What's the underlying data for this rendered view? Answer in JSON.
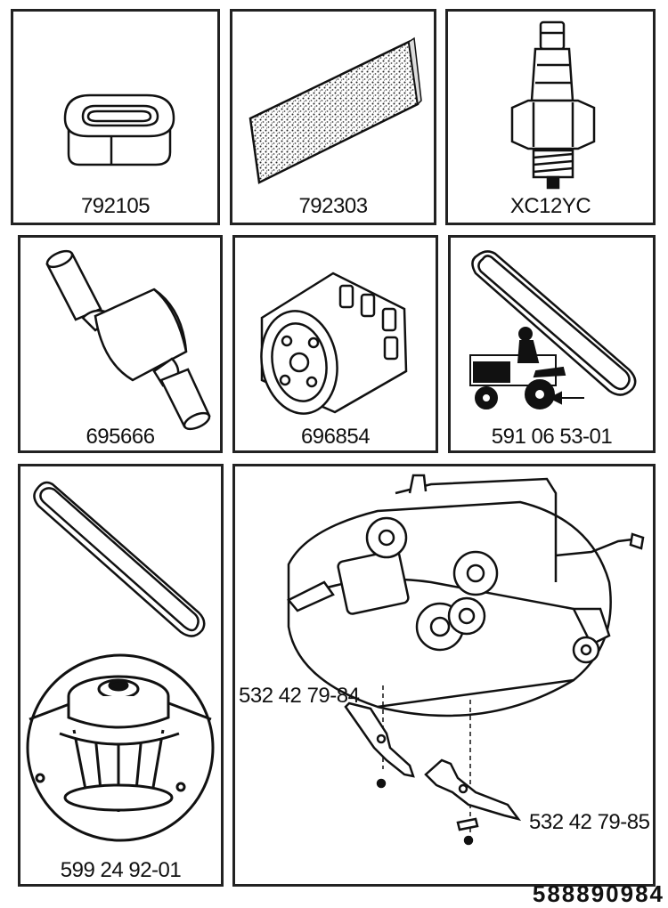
{
  "parts": {
    "air_filter": {
      "number": "792105"
    },
    "pre_filter": {
      "number": "792303"
    },
    "spark_plug": {
      "number": "XC12YC"
    },
    "fuel_filter": {
      "number": "695666"
    },
    "oil_filter": {
      "number": "696854"
    },
    "drive_belt": {
      "number": "591 06 53-01"
    },
    "deck_belt_pulley": {
      "number": "599 24 92-01"
    },
    "mower_deck": {
      "blade_left": "532 42 79-84",
      "blade_right": "532 42 79-85"
    }
  },
  "footer": {
    "code": "588890984"
  }
}
